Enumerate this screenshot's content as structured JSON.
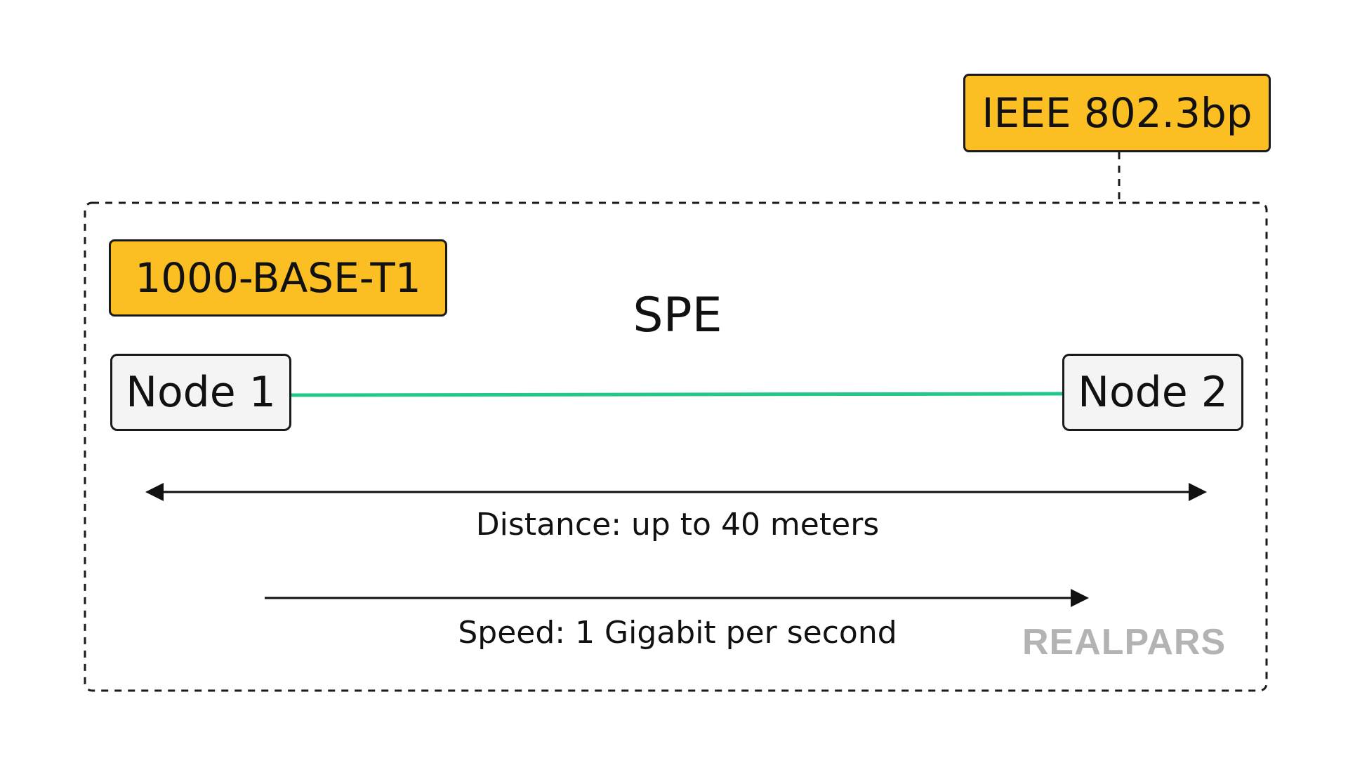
{
  "standard_tag": "IEEE 802.3bp",
  "phy_tag": "1000-BASE-T1",
  "title": "SPE",
  "nodes": [
    {
      "label": "Node 1"
    },
    {
      "label": "Node 2"
    }
  ],
  "distance_text": "Distance: up to 40 meters",
  "speed_text": "Speed: 1 Gigabit per second",
  "brand": "REALPARS",
  "colors": {
    "tag_fill": "#fbbf24",
    "link_line": "#22c78a",
    "node_fill": "#f4f4f4",
    "outline": "#1a1a1a",
    "brand_gray": "#b3b3b3"
  }
}
